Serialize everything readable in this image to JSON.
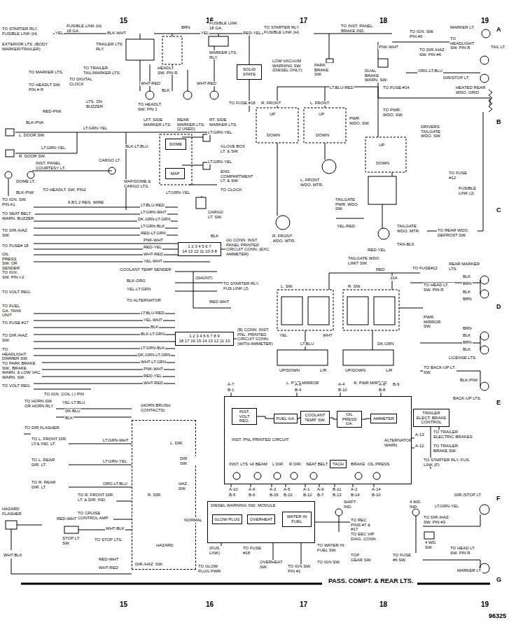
{
  "diagram": {
    "nodes": [
      {
        "text": [
          "SOLID STATE"
        ]
      },
      {
        "text": [
          "DOME"
        ]
      },
      {
        "text": [
          "MAP"
        ]
      },
      {
        "text": [
          "INST. PNL PRINTED CIRCUIT"
        ]
      },
      {
        "text": [
          "INST. VOLT REG."
        ],
        "in": 3
      },
      {
        "text": [
          "FUEL GA."
        ],
        "in": 3
      },
      {
        "text": [
          "COOLANT TEMP. SW."
        ],
        "in": 3
      },
      {
        "text": [
          "OIL PRESS GA."
        ],
        "in": 3
      },
      {
        "text": [
          "AMMETER"
        ],
        "in": 3
      },
      {
        "text": [
          "TACH"
        ],
        "in": 3
      },
      {
        "text": [
          "DIESEL WARNING IND. MODULE"
        ]
      },
      {
        "text": [
          "GLOW PLUG"
        ],
        "in": 10
      },
      {
        "text": [
          "OVERHEAT"
        ],
        "in": 10
      },
      {
        "text": [
          "WATER IN FUEL"
        ],
        "in": 10
      },
      {
        "text": [
          "TRAILER ELECT. BRAKE CONTROL"
        ]
      },
      {
        "text": [
          "DIR./HAZ. SW."
        ]
      },
      {
        "text": [
          "1 2 3 4 5 6 7",
          "14 13 12 11 10 9 8"
        ]
      },
      {
        "text": [
          "1 2 3 4 5 6 7 8 9",
          "18 17 16 15 14 13 12 11 10"
        ]
      }
    ],
    "edges": [
      {
        "from": 4,
        "to": 5,
        "arrow": "none"
      },
      {
        "from": 5,
        "to": 6,
        "arrow": "none"
      },
      {
        "from": 6,
        "to": 7,
        "arrow": "none"
      },
      {
        "from": 7,
        "to": 8,
        "arrow": "none"
      }
    ],
    "labels": [
      "15",
      "16",
      "17",
      "18",
      "19",
      "A",
      "B",
      "C",
      "D",
      "E",
      "F",
      "G",
      "15",
      "16",
      "17",
      "18",
      "19",
      "PASS. COMPT. & REAR LTS.",
      "96325",
      "TO STARTER RLY. FUSIBLE LINK (H)",
      "YEL",
      "FUSIBLE LINK (H) 18 GA.",
      "BLK-WHT",
      "EXTERIOR LTS. (BODY MARKER/TRAILER)",
      "TRAILER LTS. RLY.",
      "TO TRAILER TAIL/MARKER LTS.",
      "HEADLT. SW. PIN R",
      "BRN",
      "YEL",
      "FUSIBLE LINK 18 GA.",
      "RED-YEL",
      "TO STARTER RLY. FUSIBLE LINK (H)",
      "MARKER LTS. RLY.",
      "LOW VACUUM WARNING SW. (DIESEL ONLY)",
      "PARK BRAKE SW.",
      "DUAL BRAKE WARN. SW.",
      "TO INST. PANEL BRAKE IND.",
      "PNK-WHT",
      "TO IGN. SW. PIN #3",
      "TO DIR./HAZ. SW. PIN #6",
      "ORG-LT.BLU",
      "MARKER LT.",
      "TO HEADLIGHT SW. PIN R",
      "TAIL LT.",
      "DIR/STOP LT.",
      "HEATED REAR WDO. GRID",
      "WHT-RED",
      "BLK",
      "WHT-RED",
      "TO MARKER LTS.",
      "TO HEADLT SW. PIN # R",
      "TO DIGITAL CLOCK",
      "LTS. ON BUZZER",
      "RED-PNK",
      "TO HEADLT. SW. PIN 1",
      "LFT. SIDE MARKER LTS.",
      "REAR MARKER LTS. (2 USED)",
      "RT. SIDE MARKER LTS.",
      "TO FUSE #18",
      "BLK-PNK",
      "LT.GRN-YEL",
      "L. DOOR SW.",
      "LT.GRN-YEL",
      "R. DOOR SW.",
      "INST. PANEL COURTESY LT.",
      "DOME LT.",
      "BLK-PNK",
      "TO HEADLT. SW. PIN2",
      "BLK-LT.BLU",
      "CARGO LT.",
      "MAP/DOME & CARGO LTS.",
      "LT.GRN-YEL",
      "LT.GRN-YEL",
      "GLOVE BOX LT. & SW.",
      "LT.GRN-YEL",
      "ENG. COMPARTMENT LT. & SW.",
      "TO CLOCK",
      "CARGO LT. SW.",
      "R. FRONT",
      "L. FRONT",
      "LT.BLU-RED",
      "TO FUSE #14",
      "PWR. WDO. SW.",
      "TO PWR. WDO. SW.",
      "DRIVERS TAILGATE WDO. SW.",
      "TO FUSE #12",
      "TAILGATE PWR. WDO. SW.",
      "L. FRONT WDO. MTR.",
      "R. FRONT WDO. MTR.",
      "YEL-RED",
      "TAILGATE WDO. MTR.",
      "RED-YEL",
      "TAN-BLK",
      "TAILGATE WDO. LIMIT SW.",
      "TO REAR WDO. DEFROST SW.",
      "FUSIBLE LINK (J)",
      "UP",
      "DOWN",
      "UP",
      "DOWN",
      "UP",
      "DOWN",
      "TO IGN. SW. PIN A1",
      "6.8/1.2 RES. WIRE",
      "TO SEAT BELT WARN. BUZZER",
      "TO DIR./HAZ. SW.",
      "TO FUSE# 18",
      "OIL PRESS. SW. OR SENDER",
      "TO IGN. SW. PIN I-2",
      "TO VOLT REG.",
      "TO FUEL GA. TANK UNIT",
      "TO FUSE #17",
      "TO DIR./HAZ. SW.",
      "TO HEADLIGHT DIMMER SW.",
      "TO PARK BRAKE SW., BRAKE WARN. & LOW VAC. WARN. SW.",
      "TO VOLT REG.",
      "TO IGN. COIL (-) PIN",
      "LT.BLU-RED",
      "LT.GRN-WHT",
      "DK.GRN-LT.GRN",
      "LT.GRN-BLK",
      "RED-LT.GRN",
      "PNK-WHT",
      "RED-YEL",
      "WHT-RED",
      "YEL-WHT",
      "(A) CONN. INST. PANEL PRINTED CIRCUIT CONN. (EXC. AMMETER)",
      "BLK",
      "COOLANT TEMP SENDER",
      "(SHUNT)",
      "BLK-ORG",
      "YEL-LT.GRN",
      "TO STARTER RLY. FUS.LINK (J)",
      "TO ALTERNATOR",
      "LT.BLU-RED",
      "YEL-WHT",
      "BLK",
      "BLK-LT.GRN",
      "LT.GRN-BLK",
      "DK.GRN-LT.GRN",
      "WHT-LT.GRN",
      "PNK-WHT",
      "RED-YEL",
      "WHT-RED",
      "RED-WHT",
      "(B) CONN. INST. PNL. PRINTED CIRCUIT CONN. (WITH AMMETER)",
      "RED",
      "TO FUSE#12",
      "10A",
      "L. SW.",
      "R. SW.",
      "LT.BLU",
      "DK.GRN",
      "YEL",
      "WHT",
      "UP/DOWN",
      "L/R",
      "UP/DOWN",
      "L/R",
      "L. PWR MIRROR",
      "R. PWR MIRROR",
      "PWR. MIRROR SW.",
      "TO HEAD LT. SW. PIN R",
      "REAR MARKER LTS.",
      "BLK",
      "BRN",
      "BLK",
      "BRN",
      "BRN",
      "BLK",
      "BRN",
      "BLK",
      "LICENSE LTS.",
      "TO BACK-UP LT. SW.",
      "BLK-PNK",
      "BACK-UP LTS.",
      "A-7",
      "B-1",
      "A-8",
      "B-4",
      "A-4",
      "B-10",
      "A-8",
      "B-8",
      "B-9",
      "ALTERNATOR WARN.",
      "A-13",
      "A-12",
      "INST. LTS",
      "HI BEAM",
      "L DIR.",
      "R DIR.",
      "SEAT BELT",
      "BRAKE",
      "OIL PRESS",
      "A-10",
      "B-5",
      "A-6",
      "B-6",
      "A-3",
      "B-15",
      "A-5",
      "B-10",
      "A-1",
      "B-12",
      "A-9",
      "B-7",
      "B-11",
      "B-13",
      "A-2",
      "B-14",
      "A-14",
      "B-10",
      "TO TRAILER ELECTRIC BRAKES",
      "TO TRAILER BRAKE SW.",
      "TO STARTER RLY. FUS. LINK (F)",
      "TO HORN SW. OR HORN RLY",
      "YEL-LT.BLU",
      "DK.BLU",
      "BLK",
      "(HORN BRUSH CONTACTS)",
      "TO DIR FLASHER",
      "TO L. FRONT DIR. LT.& IND. LT.",
      "LT.GRN-WHT",
      "TO L. REAR DIR. LT.",
      "LT.GRN-YEL",
      "L. DIR.",
      "DIR. SW.",
      "HAZ. SW.",
      "TO R. REAR DIR. LT.",
      "ORG-LT.BLU",
      "R. DIR.",
      "TO R. FRONT DIR. LT. & DIR. IND.",
      "HAZARD FLASHER",
      "RED-WHT",
      "TO CRUISE CONTROL AMP.",
      "WHT-BLK",
      "STOP LT. SW.",
      "TO STOP LTS.",
      "HAZARD",
      "NORMAL",
      "WHT-BLK",
      "RED-WHT",
      "WHT-RED",
      "(FUS. LINK)",
      "TO GLOW PLUG PWR.",
      "TO FUSE #18",
      "OVERHEAT SW.",
      "TO IGN SW. PIN #1",
      "TO WATER IN FUEL SW.",
      "TO IGN SW.",
      "SHIFT IND.",
      "TO REC PINS #7 & #17",
      "TO EEC VIP DIAG. CONN.",
      "TOP GEAR SW.",
      "4 WD. IND.",
      "TO FUSE #6 SW.",
      "4 WD. SW.",
      "TO DIR./HAZ. SW. PIN #3",
      "LT.GRN-YEL",
      "DIR./STOP LT.",
      "TO HEAD LT. SW. PIN R",
      "MARKER LT."
    ]
  }
}
